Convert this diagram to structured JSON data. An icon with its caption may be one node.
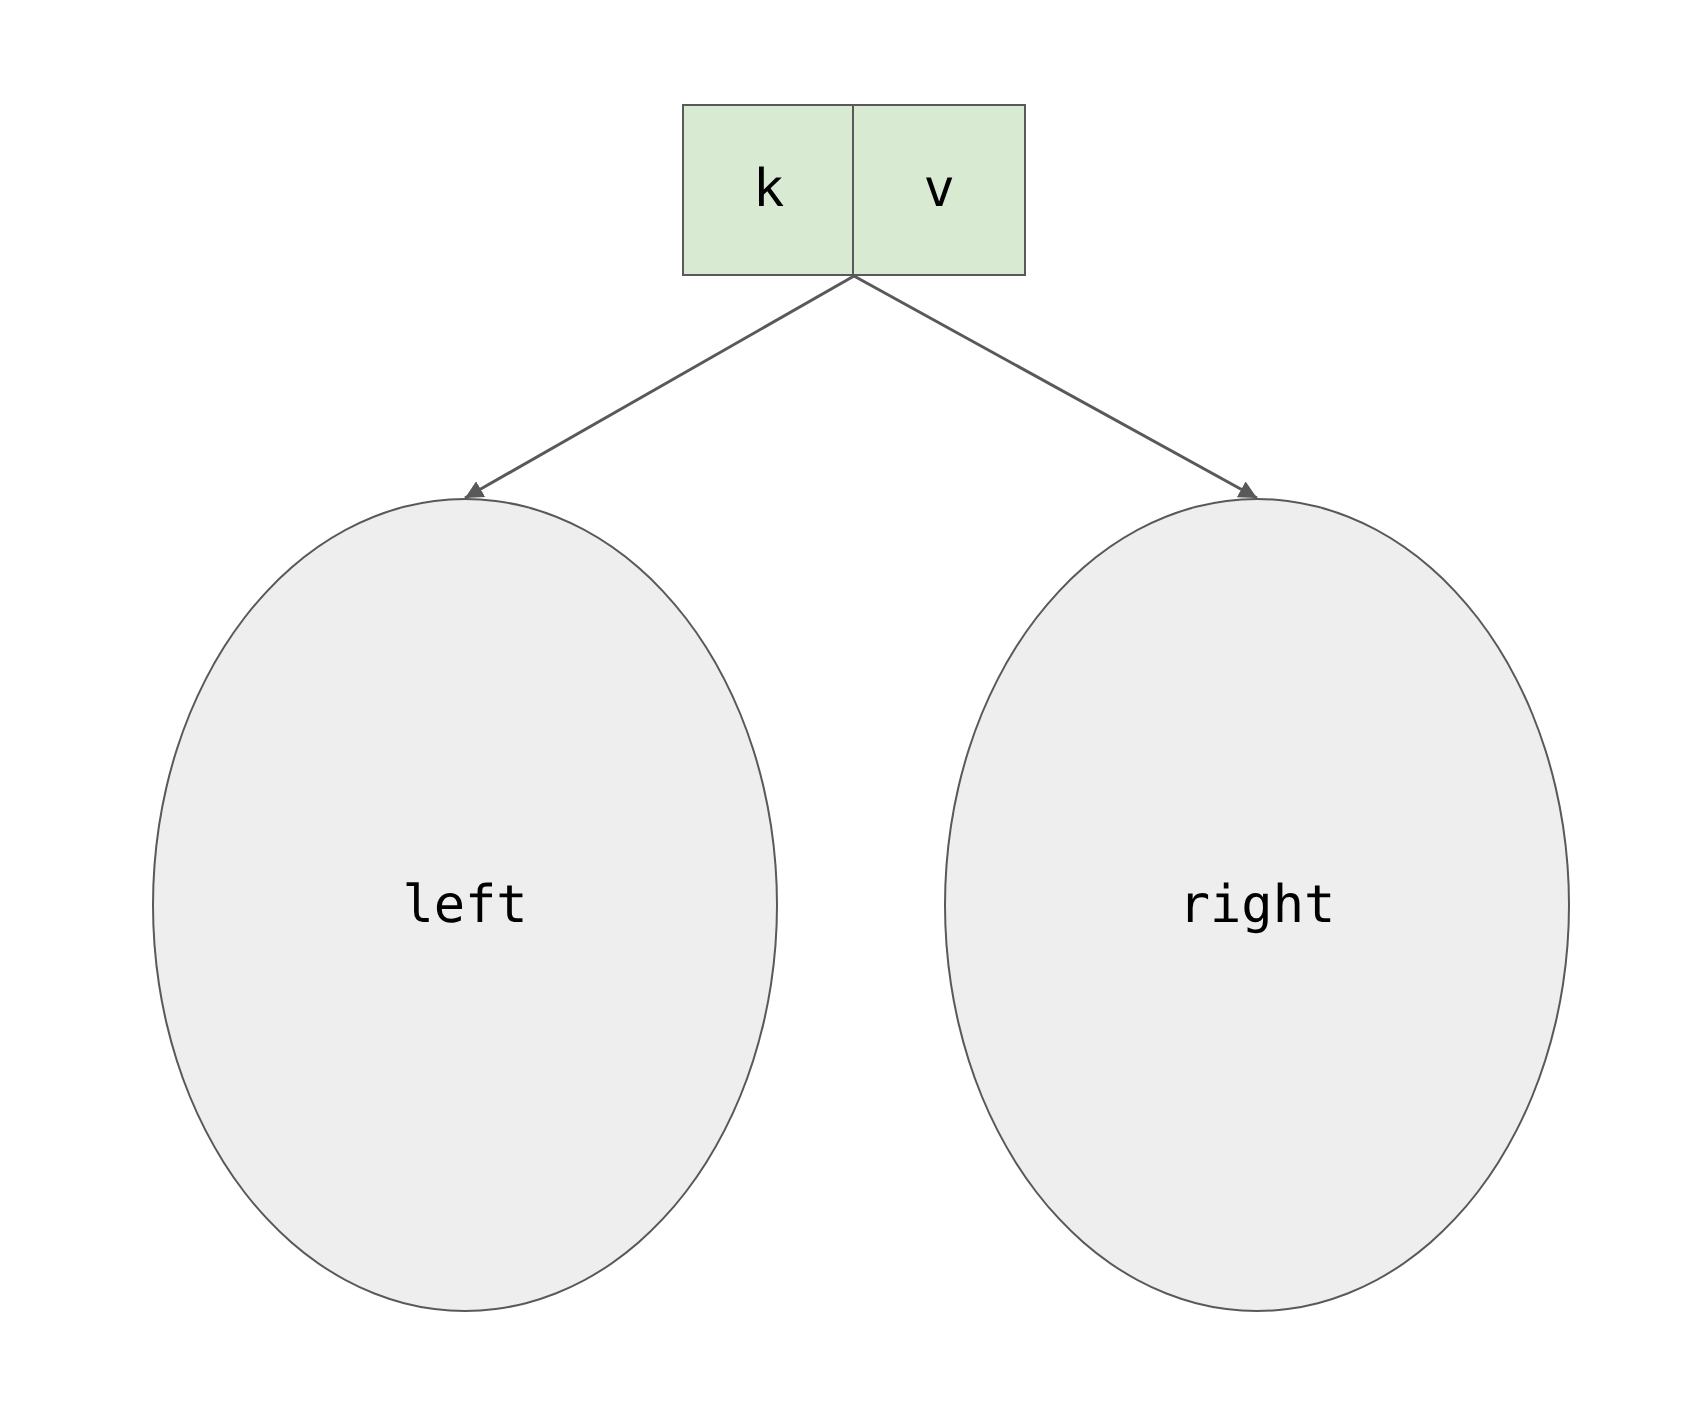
{
  "diagram": {
    "nodes": [
      {
        "text": [],
        "shape": "box"
      },
      {
        "text": [
          "k"
        ],
        "in": 0
      },
      {
        "text": [
          "v"
        ],
        "in": 0
      },
      {
        "text": [
          "left"
        ]
      },
      {
        "text": [
          "right"
        ]
      }
    ],
    "edges": [
      {
        "from": 0,
        "to": 3,
        "arrow": "to"
      },
      {
        "from": 0,
        "to": 4,
        "arrow": "to"
      }
    ]
  }
}
